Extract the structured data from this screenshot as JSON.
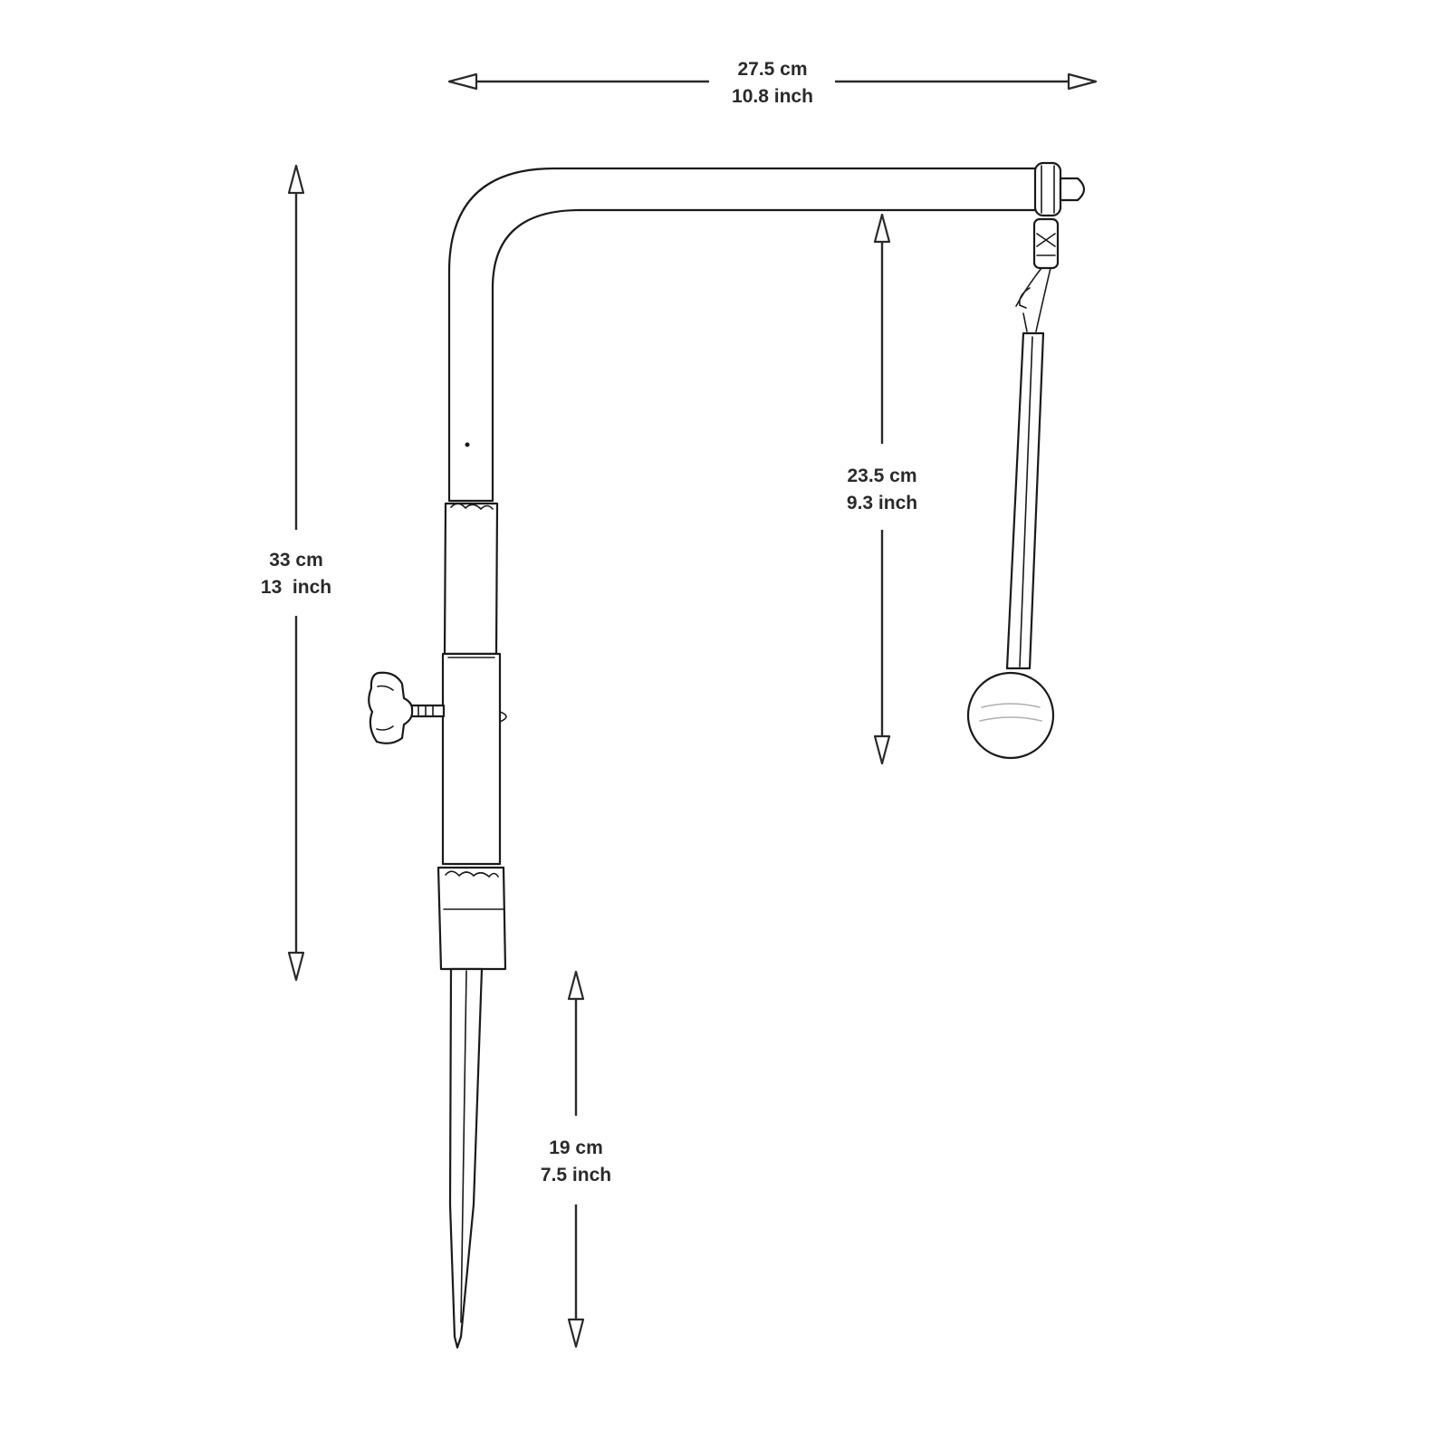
{
  "dimensions": {
    "width": {
      "metric": "27.5 cm",
      "imperial": "10.8 inch"
    },
    "height": {
      "metric": "33 cm",
      "imperial": "13  inch"
    },
    "hang": {
      "metric": "23.5 cm",
      "imperial": "9.3 inch"
    },
    "spike": {
      "metric": "19 cm",
      "imperial": "7.5 inch"
    }
  }
}
